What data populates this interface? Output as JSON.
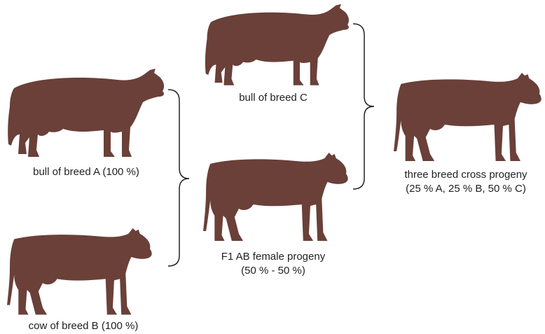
{
  "colors": {
    "animal": "#6a4039",
    "bracket": "#222222"
  },
  "animals": {
    "bull_a": {
      "icon": "bull-silhouette",
      "label": "bull of breed A (100 %)"
    },
    "cow_b": {
      "icon": "cow-silhouette",
      "label": "cow of breed B (100 %)"
    },
    "bull_c": {
      "icon": "bull-silhouette",
      "label": "bull of breed C"
    },
    "f1_female": {
      "icon": "cow-silhouette",
      "label_line1": "F1 AB female progeny",
      "label_line2": "(50 % - 50 %)"
    },
    "three_breed": {
      "icon": "cow-silhouette",
      "label_line1": "three breed cross progeny",
      "label_line2": "(25 % A, 25 % B, 50 % C)"
    }
  }
}
